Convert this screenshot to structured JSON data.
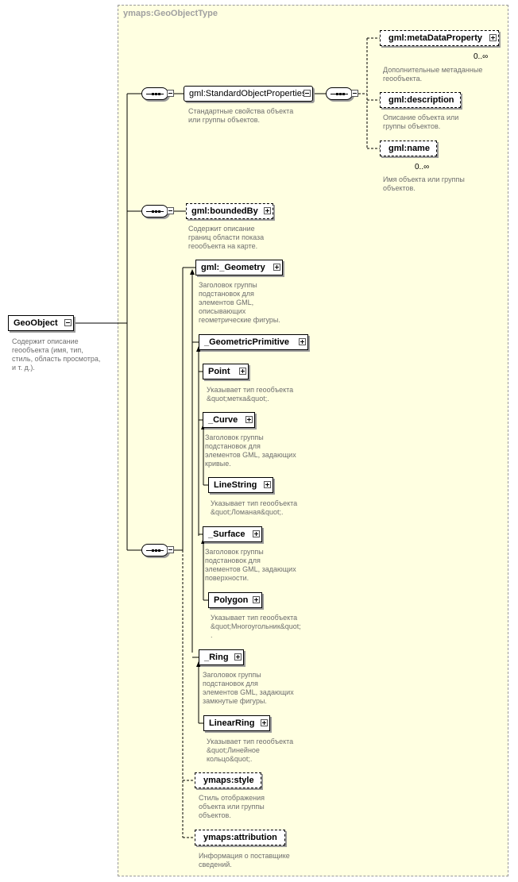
{
  "type_name": "ymaps:GeoObjectType",
  "root": {
    "name": "GeoObject",
    "desc": "Содержит описание\nгеообъекта (имя, тип,\nстиль, область просмотра,\nи т. д.)."
  },
  "std_props": {
    "name": "gml:StandardObjectProperties",
    "desc": "Стандартные свойства объекта\nили группы объектов."
  },
  "meta": {
    "name": "gml:metaDataProperty",
    "occ": "0..∞",
    "desc": "Дополнительные метаданные\nгеообъекта."
  },
  "description": {
    "name": "gml:description",
    "desc": "Описание объекта или\nгруппы объектов."
  },
  "gmlname": {
    "name": "gml:name",
    "occ": "0..∞",
    "desc": "Имя объекта или группы\nобъектов."
  },
  "bounded": {
    "name": "gml:boundedBy",
    "desc": "Содержит описание\nграниц области показа\nгеообъекта на карте."
  },
  "geometry": {
    "name": "gml:_Geometry",
    "desc": "Заголовок группы\nподстановок для\nэлементов GML,\nописывающих\nгеометрические фигуры."
  },
  "geom_prim": {
    "name": "_GeometricPrimitive"
  },
  "point": {
    "name": "Point",
    "desc": "Указывает тип геообъекта\n&quot;метка&quot;."
  },
  "curve": {
    "name": "_Curve",
    "desc": "Заголовок группы\nподстановок для\nэлементов GML, задающих\nкривые."
  },
  "linestring": {
    "name": "LineString",
    "desc": "Указывает тип геообъекта\n&quot;Ломаная&quot;."
  },
  "surface": {
    "name": "_Surface",
    "desc": "Заголовок группы\nподстановок для\nэлементов GML, задающих\nповерхности."
  },
  "polygon": {
    "name": "Polygon",
    "desc": "Указывает тип геообъекта\n&quot;Многоугольник&quot;\n."
  },
  "ring": {
    "name": "_Ring",
    "desc": "Заголовок группы\nподстановок для\nэлементов GML, задающих\nзамкнутые фигуры."
  },
  "linearring": {
    "name": "LinearRing",
    "desc": "Указывает тип геообъекта\n&quot;Линейное\nкольцо&quot;."
  },
  "style": {
    "name": "ymaps:style",
    "desc": "Стиль отображения\nобъекта или группы\nобъектов."
  },
  "attribution": {
    "name": "ymaps:attribution",
    "desc": "Информация о поставщике\nсведений."
  }
}
